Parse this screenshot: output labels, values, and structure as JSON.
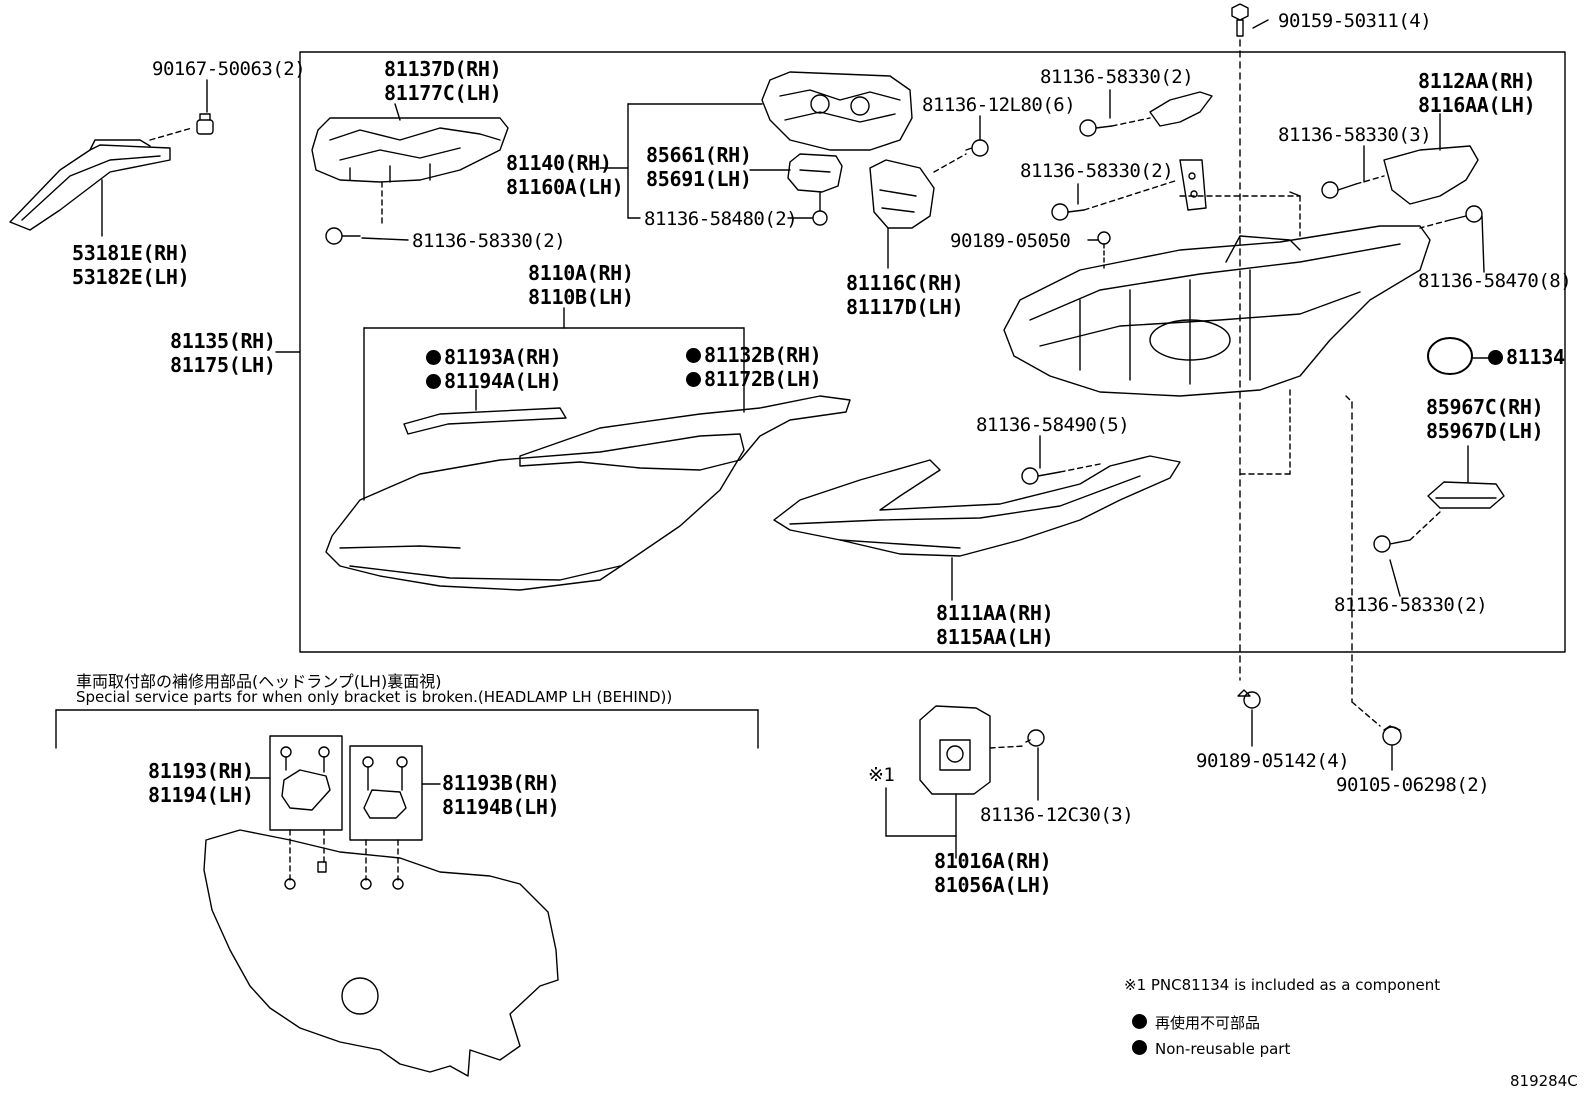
{
  "labels": {
    "bolt_90159": "90159-50311(4)",
    "bolt_90167": "90167-50063(2)",
    "cover_rh": "53181E(RH)",
    "cover_lh": "53182E(LH)",
    "assy_rh": "81135(RH)",
    "assy_lh": "81175(LH)",
    "ext_rh": "81137D(RH)",
    "ext_lh": "81177C(LH)",
    "unit_rh": "81140(RH)",
    "unit_lh": "81160A(LH)",
    "socket_rh": "85661(RH)",
    "socket_lh": "85691(LH)",
    "screw_58480": "81136-58480(2)",
    "screw_58330_a": "81136-58330(2)",
    "screw_12L80": "81136-12L80(6)",
    "bracket_rh": "81116C(RH)",
    "bracket_lh": "81117D(LH)",
    "screw_58330_b": "81136-58330(2)",
    "screw_58330_c": "81136-58330(2)",
    "clip_05050": "90189-05050",
    "screw_58330_d": "81136-58330(3)",
    "housing_rh": "8112AA(RH)",
    "housing_lh": "8116AA(LH)",
    "screw_58470": "81136-58470(8)",
    "gasket": "81134",
    "lens_rh": "8110A(RH)",
    "lens_lh": "8110B(LH)",
    "seal_rh": "81193A(RH)",
    "seal_lh": "81194A(LH)",
    "packing_rh": "81132B(RH)",
    "packing_lh": "81172B(LH)",
    "screw_58490": "81136-58490(5)",
    "ecu_rh": "85967C(RH)",
    "ecu_lh": "85967D(LH)",
    "screw_58330_e": "81136-58330(2)",
    "deco_rh": "8111AA(RH)",
    "deco_lh": "8115AA(LH)",
    "clip_05142": "90189-05142(4)",
    "bolt_06298": "90105-06298(2)",
    "screw_12C30": "81136-12C30(3)",
    "ballast_rh": "81016A(RH)",
    "ballast_lh": "81056A(LH)",
    "mark1": "※1",
    "brk1_rh": "81193(RH)",
    "brk1_lh": "81194(LH)",
    "brk2_rh": "81193B(RH)",
    "brk2_lh": "81194B(LH)"
  },
  "notes": {
    "special_jp": "車両取付部の補修用部品(ヘッドランプ(LH)裏面視)",
    "special_en": "Special service parts for when only bracket is broken.(HEADLAMP LH (BEHIND))",
    "component_note": "※1 PNC81134 is included as a component",
    "legend_jp": "再使用不可部品",
    "legend_en": "Non-reusable part",
    "diagram_id": "819284C"
  }
}
